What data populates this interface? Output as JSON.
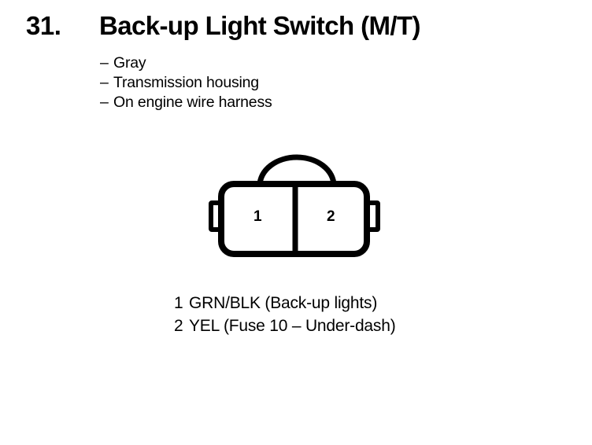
{
  "page": {
    "background_color": "#ffffff",
    "ink_color": "#000000"
  },
  "header": {
    "number": "31.",
    "title": "Back-up Light Switch (M/T)"
  },
  "attributes": {
    "dash": "–",
    "items": [
      {
        "text": "Gray"
      },
      {
        "text": "Transmission housing"
      },
      {
        "text": "On engine wire harness"
      }
    ]
  },
  "connector": {
    "name": "two-cavity-connector",
    "cavity_count": 2,
    "cavities": [
      {
        "number": "1"
      },
      {
        "number": "2"
      }
    ],
    "features": {
      "locking_tab_arch": "top-center arch",
      "side_tabs": 2
    }
  },
  "legend": {
    "rows": [
      {
        "pin": "1",
        "description": "GRN/BLK (Back-up lights)"
      },
      {
        "pin": "2",
        "description": "YEL (Fuse 10 – Under-dash)"
      }
    ]
  }
}
